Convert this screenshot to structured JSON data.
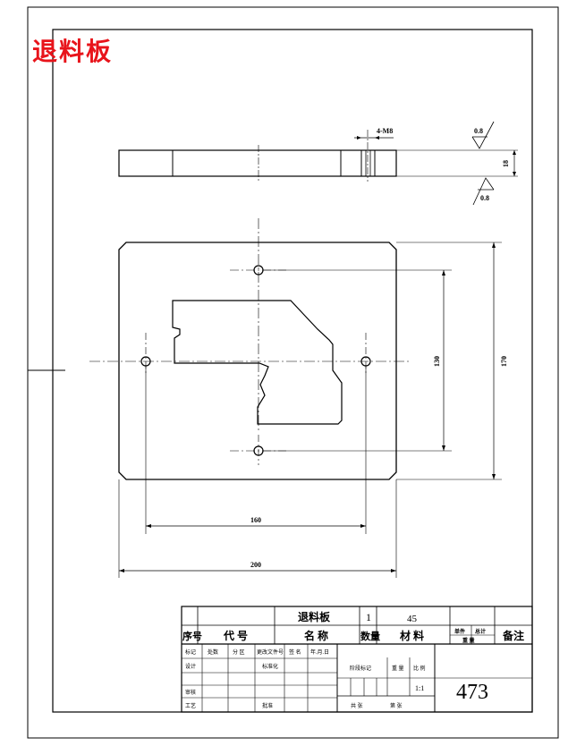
{
  "title": "退料板",
  "colors": {
    "title": "#e8141b",
    "line": "#000000",
    "background": "#ffffff"
  },
  "dimensions": {
    "thread_callout": "4-M8",
    "roughness_top": "0.8",
    "roughness_bottom": "0.8",
    "thickness": "18",
    "hole_span_vertical": "130",
    "overall_height": "170",
    "hole_span_horizontal": "160",
    "overall_width": "200"
  },
  "title_block": {
    "part_name": "退料板",
    "quantity": "1",
    "material": "45",
    "hdr_index": "序号",
    "hdr_code": "代 号",
    "hdr_name": "名 称",
    "hdr_qty": "数量",
    "hdr_material": "材 料",
    "hdr_unit": "单件",
    "hdr_total": "总计",
    "hdr_weight": "重 量",
    "hdr_remark": "备注",
    "rev_mark": "标记",
    "rev_count": "处数",
    "rev_zone": "分 区",
    "rev_docno": "更改文件号",
    "rev_sign": "签 名",
    "rev_date": "年.月.日",
    "design": "设计",
    "standardize": "标准化",
    "review": "审核",
    "process": "工艺",
    "approve": "批准",
    "stage_mark": "阶段标记",
    "weight": "重 量",
    "scale_label": "比 例",
    "scale": "1:1",
    "sheets_total": "共 张",
    "sheet_no": "第 张",
    "drawing_no": "473"
  }
}
